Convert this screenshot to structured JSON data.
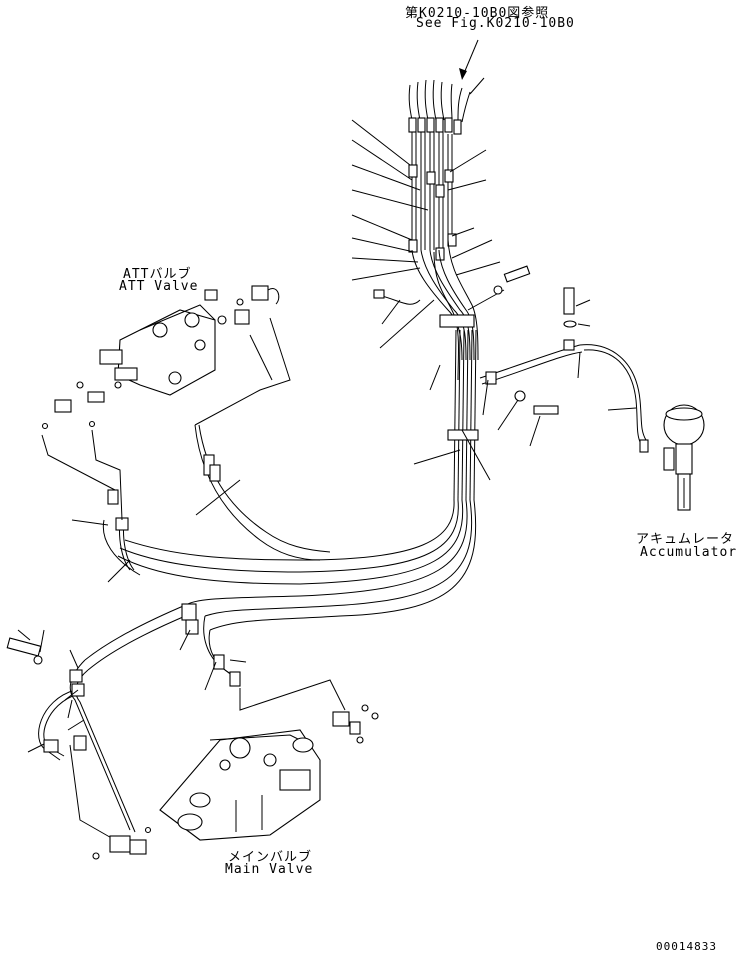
{
  "reference": {
    "jp": "第K0210-10B0図参照",
    "en": "See Fig.K0210-10B0"
  },
  "att_valve": {
    "jp": "ATTバルブ",
    "en": "ATT Valve"
  },
  "accumulator": {
    "jp": "アキュムレータ",
    "en": "Accumulator"
  },
  "main_valve": {
    "jp": "メインバルブ",
    "en": "Main Valve"
  },
  "drawing_number": "00014833"
}
